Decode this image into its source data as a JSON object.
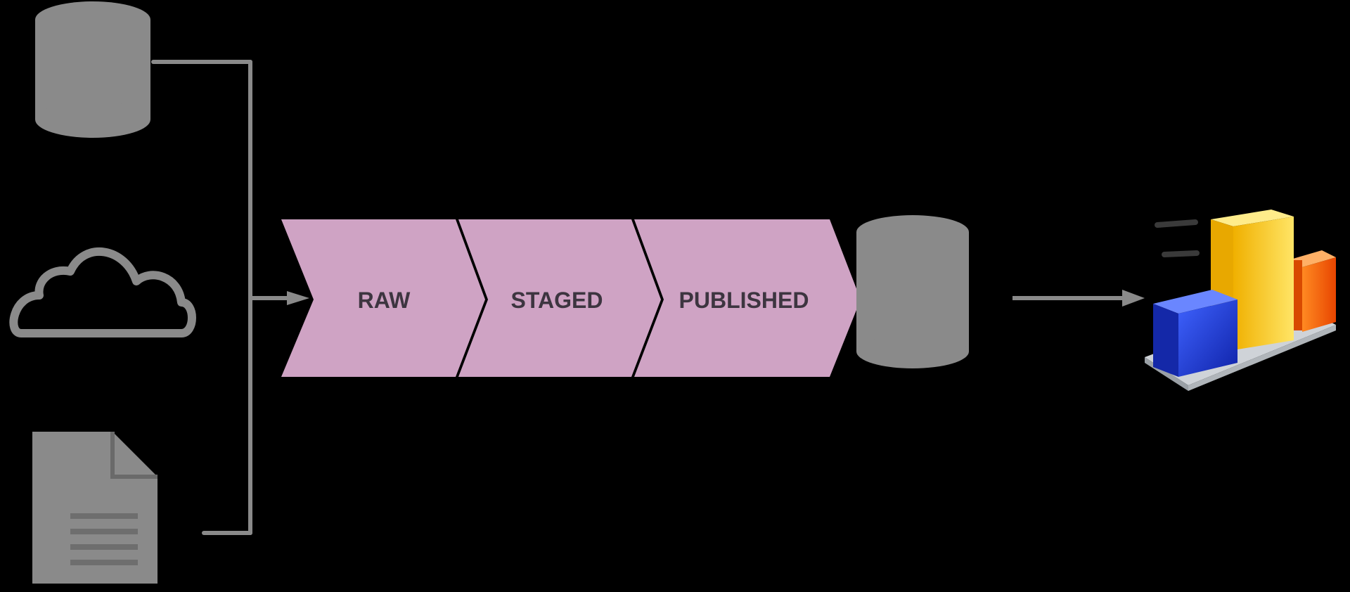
{
  "colors": {
    "background": "#000000",
    "icon_gray": "#8a8a8a",
    "chevron_fill": "#cfa3c4",
    "label_text": "#3d3540",
    "bar_blue": "#1f3fd0",
    "bar_yellow": "#f5c518",
    "bar_orange": "#ff6a1a"
  },
  "sources": [
    {
      "icon": "database-icon"
    },
    {
      "icon": "cloud-icon"
    },
    {
      "icon": "document-icon"
    }
  ],
  "pipeline": {
    "stages": [
      {
        "label": "RAW"
      },
      {
        "label": "STAGED"
      },
      {
        "label": "PUBLISHED"
      }
    ]
  },
  "destination": {
    "icon": "database-icon"
  },
  "output": {
    "icon": "bar-chart-3d-icon"
  }
}
